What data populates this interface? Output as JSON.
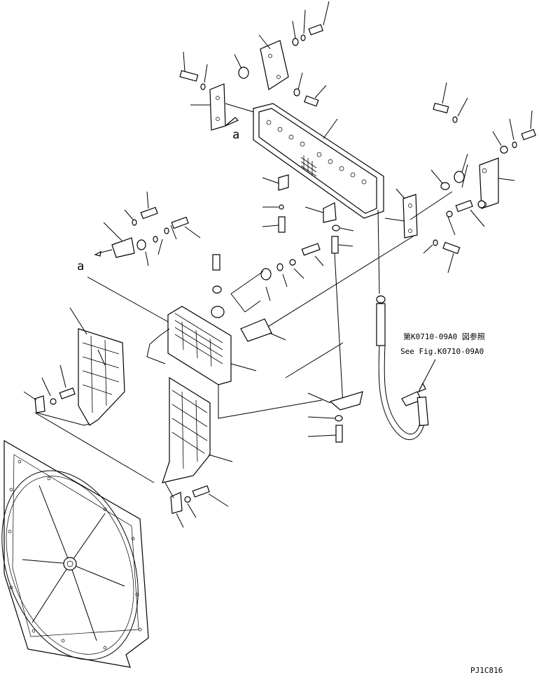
{
  "labels": {
    "callout_a_top": "a",
    "callout_a_left": "a",
    "ref_line_jp": "第K0710-09A0 図参照",
    "ref_line_en": "See Fig.K0710-09A0",
    "drawing_number": "PJ1C816"
  }
}
